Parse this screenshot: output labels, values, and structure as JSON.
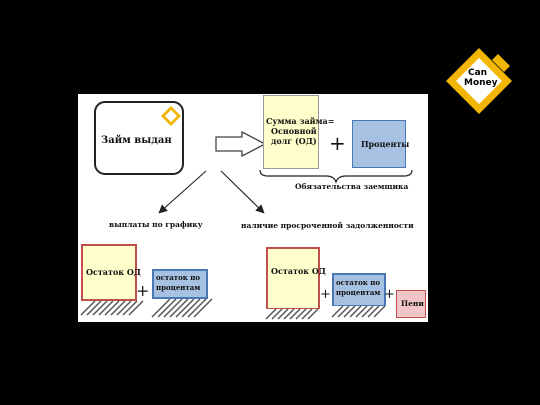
{
  "brand": {
    "line1": "Can",
    "line2": "Money",
    "color": "#f2b705"
  },
  "loan": {
    "label": "Займ выдан"
  },
  "principal": {
    "line1": "Сумма займа=",
    "line2": "Основной",
    "line3": "долг (ОД)"
  },
  "interest": {
    "label": "Проценты"
  },
  "plus_symbol": "+",
  "obligations": {
    "label": "Обязательства заемщика"
  },
  "branch_left": {
    "label": "выплаты по графику"
  },
  "branch_right": {
    "label": "наличие просроченной задолженности"
  },
  "left_case": {
    "principal_label": "Остаток ОД",
    "interest_line1": "остаток по",
    "interest_line2": "процентам"
  },
  "right_case": {
    "principal_label": "Остаток ОД",
    "interest_line1": "остаток по",
    "interest_line2": "процентам",
    "penalty_label": "Пени"
  },
  "colors": {
    "cream": "#ffffcc",
    "blue": "#a7c1e2",
    "pink": "#f2c5c8",
    "border_red": "#c0504d",
    "border_blue": "#4a78b5",
    "border_pink": "#c0504d"
  }
}
